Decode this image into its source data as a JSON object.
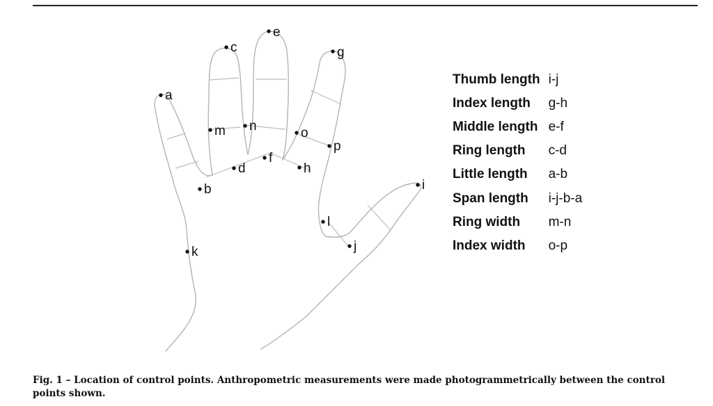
{
  "figure": {
    "points": [
      {
        "id": "a",
        "label": "a"
      },
      {
        "id": "b",
        "label": "b"
      },
      {
        "id": "c",
        "label": "c"
      },
      {
        "id": "d",
        "label": "d"
      },
      {
        "id": "e",
        "label": "e"
      },
      {
        "id": "f",
        "label": "f"
      },
      {
        "id": "g",
        "label": "g"
      },
      {
        "id": "h",
        "label": "h"
      },
      {
        "id": "i",
        "label": "i"
      },
      {
        "id": "j",
        "label": "j"
      },
      {
        "id": "k",
        "label": "k"
      },
      {
        "id": "l",
        "label": "l"
      },
      {
        "id": "m",
        "label": "m"
      },
      {
        "id": "n",
        "label": "n"
      },
      {
        "id": "o",
        "label": "o"
      },
      {
        "id": "p",
        "label": "p"
      }
    ],
    "line_color": "#b3b3b3"
  },
  "measurements": [
    {
      "name": "Thumb length",
      "points": "i-j"
    },
    {
      "name": "Index length",
      "points": "g-h"
    },
    {
      "name": "Middle length",
      "points": "e-f"
    },
    {
      "name": "Ring length",
      "points": "c-d"
    },
    {
      "name": "Little length",
      "points": "a-b"
    },
    {
      "name": "Span length",
      "points": "i-j-b-a"
    },
    {
      "name": "Ring width",
      "points": "m-n"
    },
    {
      "name": "Index width",
      "points": "o-p"
    }
  ],
  "caption": {
    "label": "Fig. 1 – ",
    "text": "Location of control points. Anthropometric measurements were made photogrammetrically between the control points shown."
  }
}
